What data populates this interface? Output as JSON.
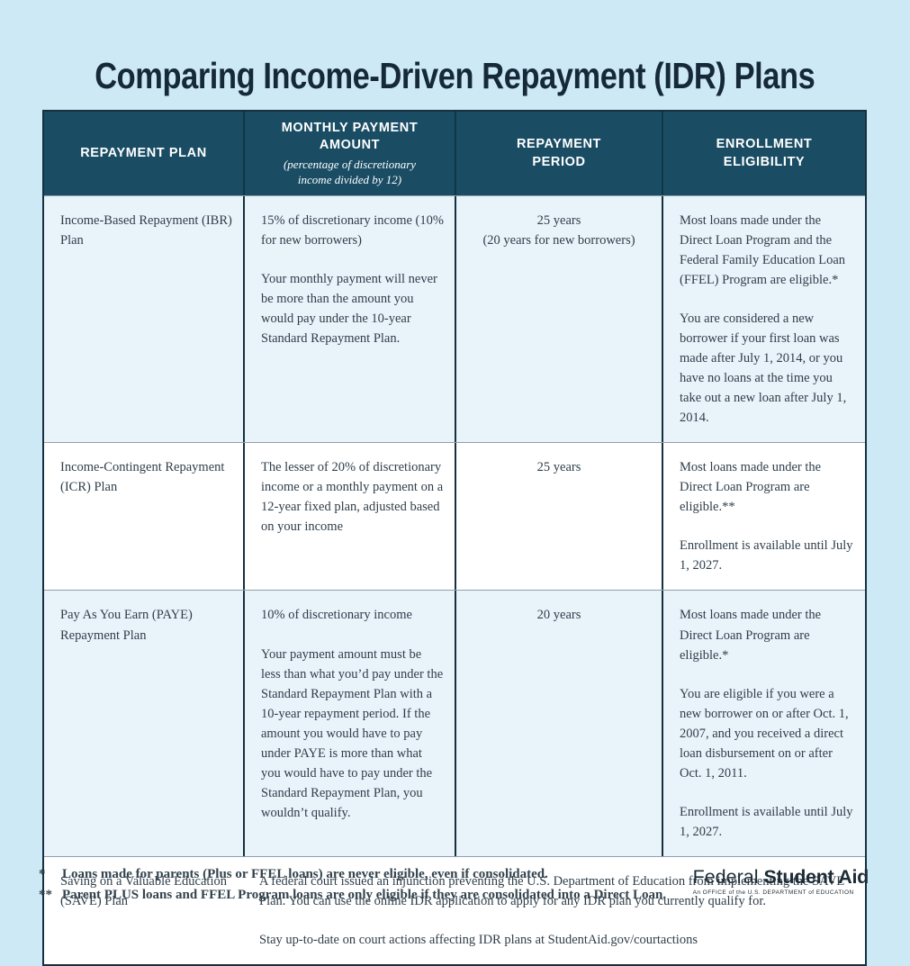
{
  "title": "Comparing Income-Driven Repayment (IDR) Plans",
  "colors": {
    "page_background": "#cde9f6",
    "header_background": "#1a4d64",
    "header_text": "#ffffff",
    "row_light_blue": "#e9f3fa",
    "row_white": "#ffffff",
    "table_border": "#16303f",
    "title_text": "#16293a",
    "body_text": "#2f3e4a"
  },
  "table": {
    "headers": {
      "plan": "REPAYMENT PLAN",
      "monthly": "MONTHLY PAYMENT AMOUNT",
      "monthly_sub": "(percentage of discretionary income divided by 12)",
      "period": "REPAYMENT PERIOD",
      "eligibility": "ENROLLMENT ELIGIBILITY"
    },
    "rows": [
      {
        "plan": "Income-Based Repayment (IBR) Plan",
        "monthly_p1": "15% of discretionary income (10% for new borrowers)",
        "monthly_p2": "Your monthly payment will never be more than the amount you would pay under the 10-year Standard Repayment Plan.",
        "period_line1": "25 years",
        "period_line2": "(20 years for new borrowers)",
        "eligibility_p1": "Most loans made under the Direct Loan Program and the Federal Family Education Loan (FFEL) Program are eligible.*",
        "eligibility_p2": "You are considered a new borrower if your first loan was made after July 1, 2014, or you have no loans at the time you take out a new loan after July 1, 2014.",
        "eligibility_p3": ""
      },
      {
        "plan": "Income-Contingent Repayment (ICR) Plan",
        "monthly_p1": "The lesser of 20% of discretionary income or a monthly payment on a 12-year fixed plan, adjusted based on your income",
        "monthly_p2": "",
        "period_line1": "25 years",
        "period_line2": "",
        "eligibility_p1": "Most loans made under the Direct Loan Program are eligible.**",
        "eligibility_p2": "Enrollment is available until July 1, 2027.",
        "eligibility_p3": ""
      },
      {
        "plan": "Pay As You Earn (PAYE) Repayment Plan",
        "monthly_p1": "10% of discretionary income",
        "monthly_p2": "Your payment amount must be less than what you’d pay under the Standard Repayment Plan with a 10-year repayment period. If the amount you would have to pay under PAYE is more than what you would have to pay under the Standard Repayment Plan, you wouldn’t qualify.",
        "period_line1": "20 years",
        "period_line2": "",
        "eligibility_p1": "Most loans made under the Direct Loan Program are eligible.*",
        "eligibility_p2": "You are eligible if you were a new borrower on or after Oct. 1, 2007, and you received a direct loan disbursement on or after Oct. 1, 2011.",
        "eligibility_p3": "Enrollment is available until July 1, 2027."
      }
    ],
    "save_row": {
      "plan": "Saving on a Valuable Education (SAVE) Plan",
      "note_p1": "A federal court issued an injunction preventing the U.S. Department of Education from implementing the SAVE Plan. You can use the online IDR application to apply for any IDR plan you currently qualify for.",
      "note_p2": "Stay up-to-date on court actions affecting IDR plans at StudentAid.gov/courtactions"
    }
  },
  "footnotes": [
    {
      "marker": "*",
      "text": "Loans made for parents (Plus or FFEL loans) are never eligible, even if consolidated."
    },
    {
      "marker": "**",
      "text": "Parent PLUS loans and FFEL Program loans are only eligible if they are consolidated into a Direct Loan."
    }
  ],
  "logo": {
    "word1": "Federal",
    "word2": "Student Aid",
    "tagline": "An OFFICE of the U.S. DEPARTMENT of EDUCATION"
  }
}
